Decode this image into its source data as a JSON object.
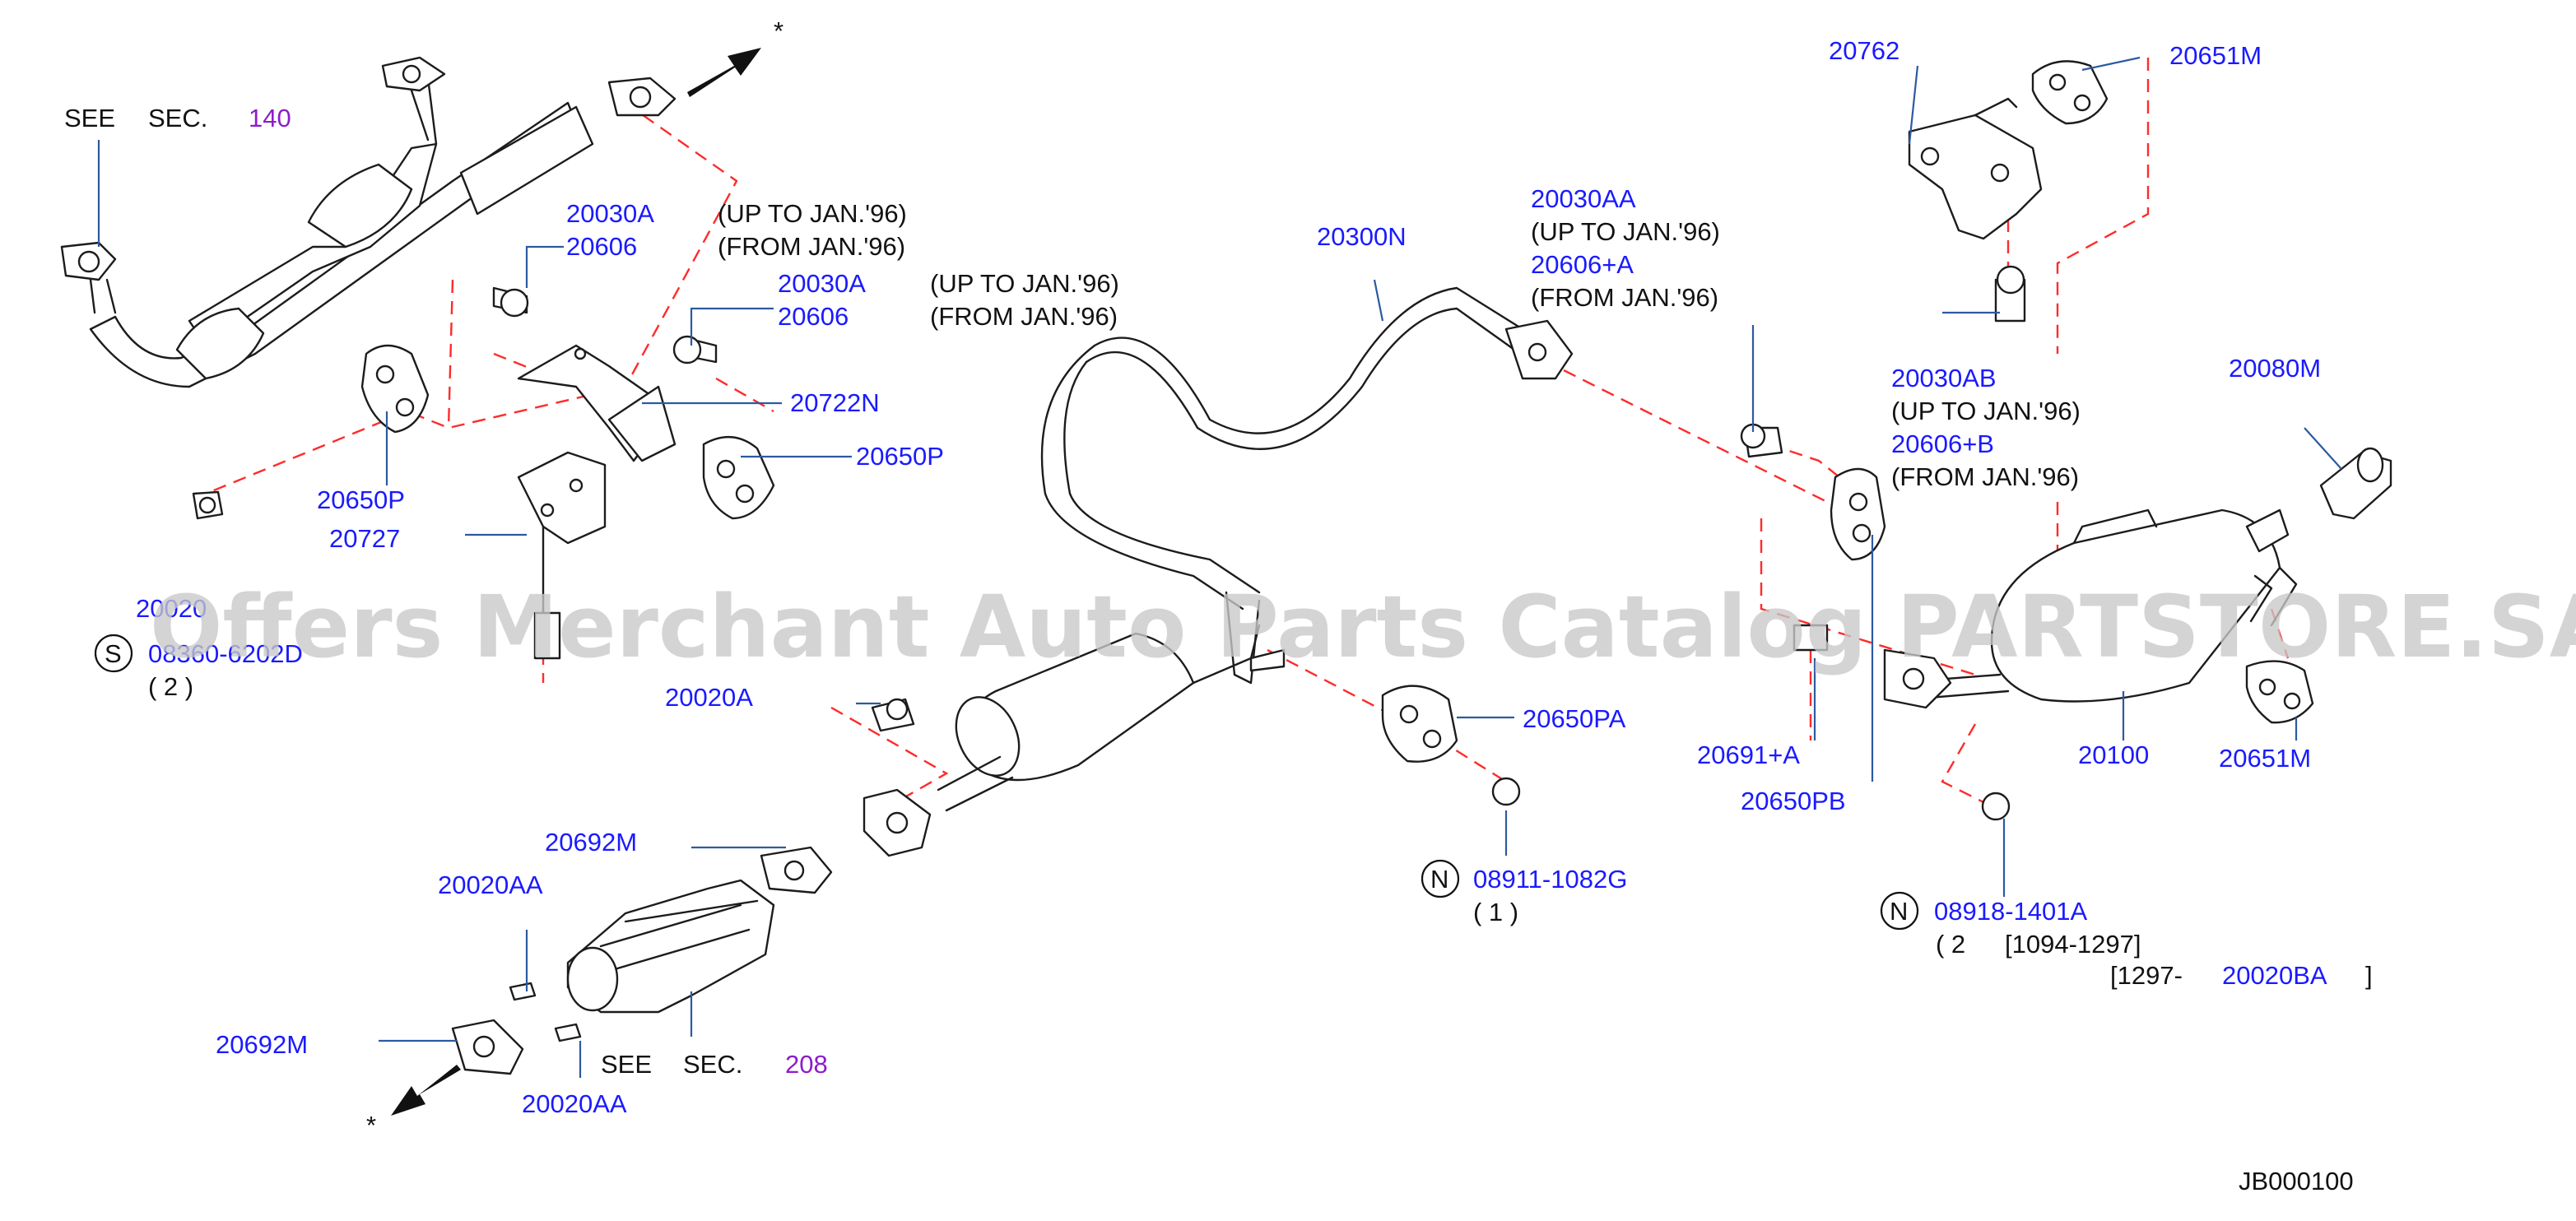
{
  "watermark": "Offers Merchant Auto Parts Catalog PARTSTORE.SA",
  "diagram_id": "JB000100",
  "star": "*",
  "see_sec_140": {
    "see": "SEE",
    "sec": "SEC.",
    "num": "140"
  },
  "see_sec_208": {
    "see": "SEE",
    "sec": "SEC.",
    "num": "208"
  },
  "labels": {
    "p20030A_1": "20030A",
    "p20606_1": "20606",
    "up_to_jan96_1": "(UP  TO  JAN.'96)",
    "from_jan96_1": "(FROM  JAN.'96)",
    "p20030A_2": "20030A",
    "p20606_2": "20606",
    "up_to_jan96_2": "(UP  TO  JAN.'96)",
    "from_jan96_2": "(FROM  JAN.'96)",
    "p20722N": "20722N",
    "p20650P_right": "20650P",
    "p20650P_left": "20650P",
    "p20727": "20727",
    "p20020_partial": "20020",
    "s_marker": "S",
    "s_part": "08360-6202D",
    "s_qty": "( 2 )",
    "p20300N": "20300N",
    "p20030AA": "20030AA",
    "up_to_jan96_3": "(UP  TO  JAN.'96)",
    "p20606A": "20606+A",
    "from_jan96_3": "(FROM  JAN.'96)",
    "p20762": "20762",
    "p20651M_top": "20651M",
    "p20030AB": "20030AB",
    "up_to_jan96_4": "(UP  TO  JAN.'96)",
    "p20606B": "20606+B",
    "from_jan96_4": "(FROM  JAN.'96)",
    "p20080M": "20080M",
    "p20020A": "20020A",
    "p20650PA": "20650PA",
    "n_marker_1": "N",
    "n_part_1": "08911-1082G",
    "n_qty_1": "( 1   )",
    "p20691A": "20691+A",
    "p20650PB": "20650PB",
    "p20100": "20100",
    "p20651M_bottom": "20651M",
    "n_marker_2": "N",
    "n_part_2": "08918-1401A",
    "n_qty_2": "( 2",
    "n_range_1": "[1094-1297]",
    "n_range_2_pre": "[1297-",
    "n_range_2_part": "20020BA",
    "n_range_2_post": "]",
    "p20692M_top": "20692M",
    "p20020AA_top": "20020AA",
    "p20692M_bottom": "20692M",
    "p20020AA_bottom": "20020AA"
  }
}
